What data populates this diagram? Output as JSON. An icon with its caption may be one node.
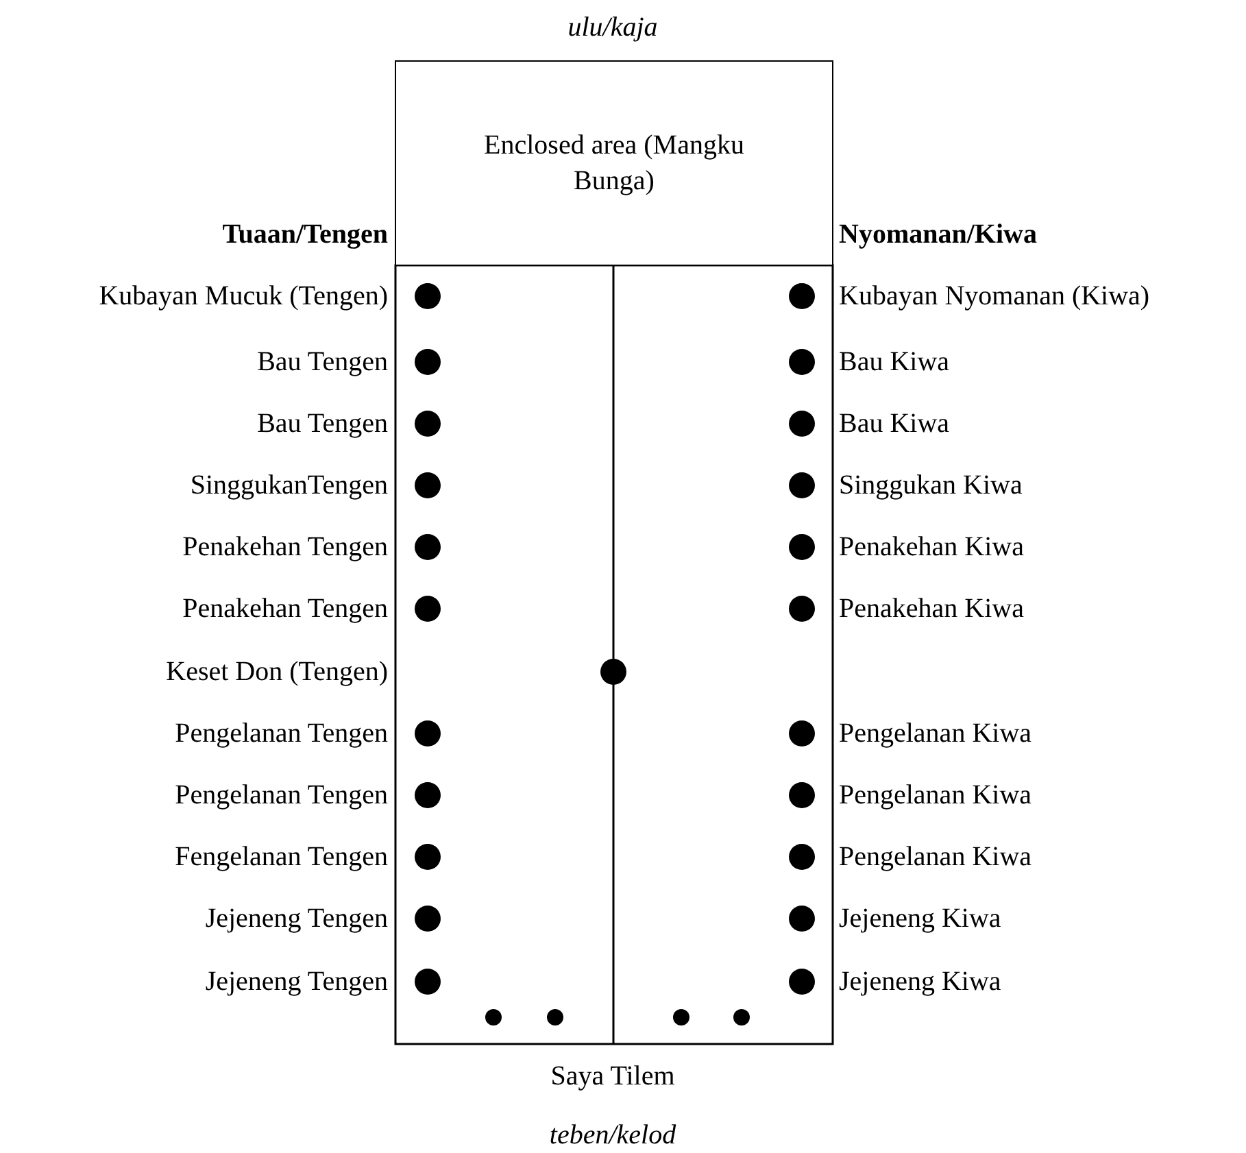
{
  "diagram": {
    "nodes": [
      {
        "text": [
          "Enclosed area (Mangku Bunga)"
        ]
      }
    ],
    "labels": [
      "ulu/kaja",
      "Tuaan/Tengen",
      "Nyomanan/Kiwa",
      "Kubayan Mucuk (Tengen)",
      "Kubayan Nyomanan (Kiwa)",
      "Bau Tengen",
      "Bau Kiwa",
      "Bau Tengen",
      "Bau Kiwa",
      "SinggukanTengen",
      "Singgukan Kiwa",
      "Penakehan Tengen",
      "Penakehan Kiwa",
      "Penakehan Tengen",
      "Penakehan Kiwa",
      "Keset Don (Tengen)",
      "Pengelanan Tengen",
      "Pengelanan Kiwa",
      "Pengelanan Tengen",
      "Pengelanan Kiwa",
      "Fengelanan Tengen",
      "Pengelanan Kiwa",
      "Jejeneng Tengen",
      "Jejeneng Kiwa",
      "Jejeneng Tengen",
      "Jejeneng Kiwa",
      "Saya Tilem",
      "teben/kelod"
    ]
  }
}
